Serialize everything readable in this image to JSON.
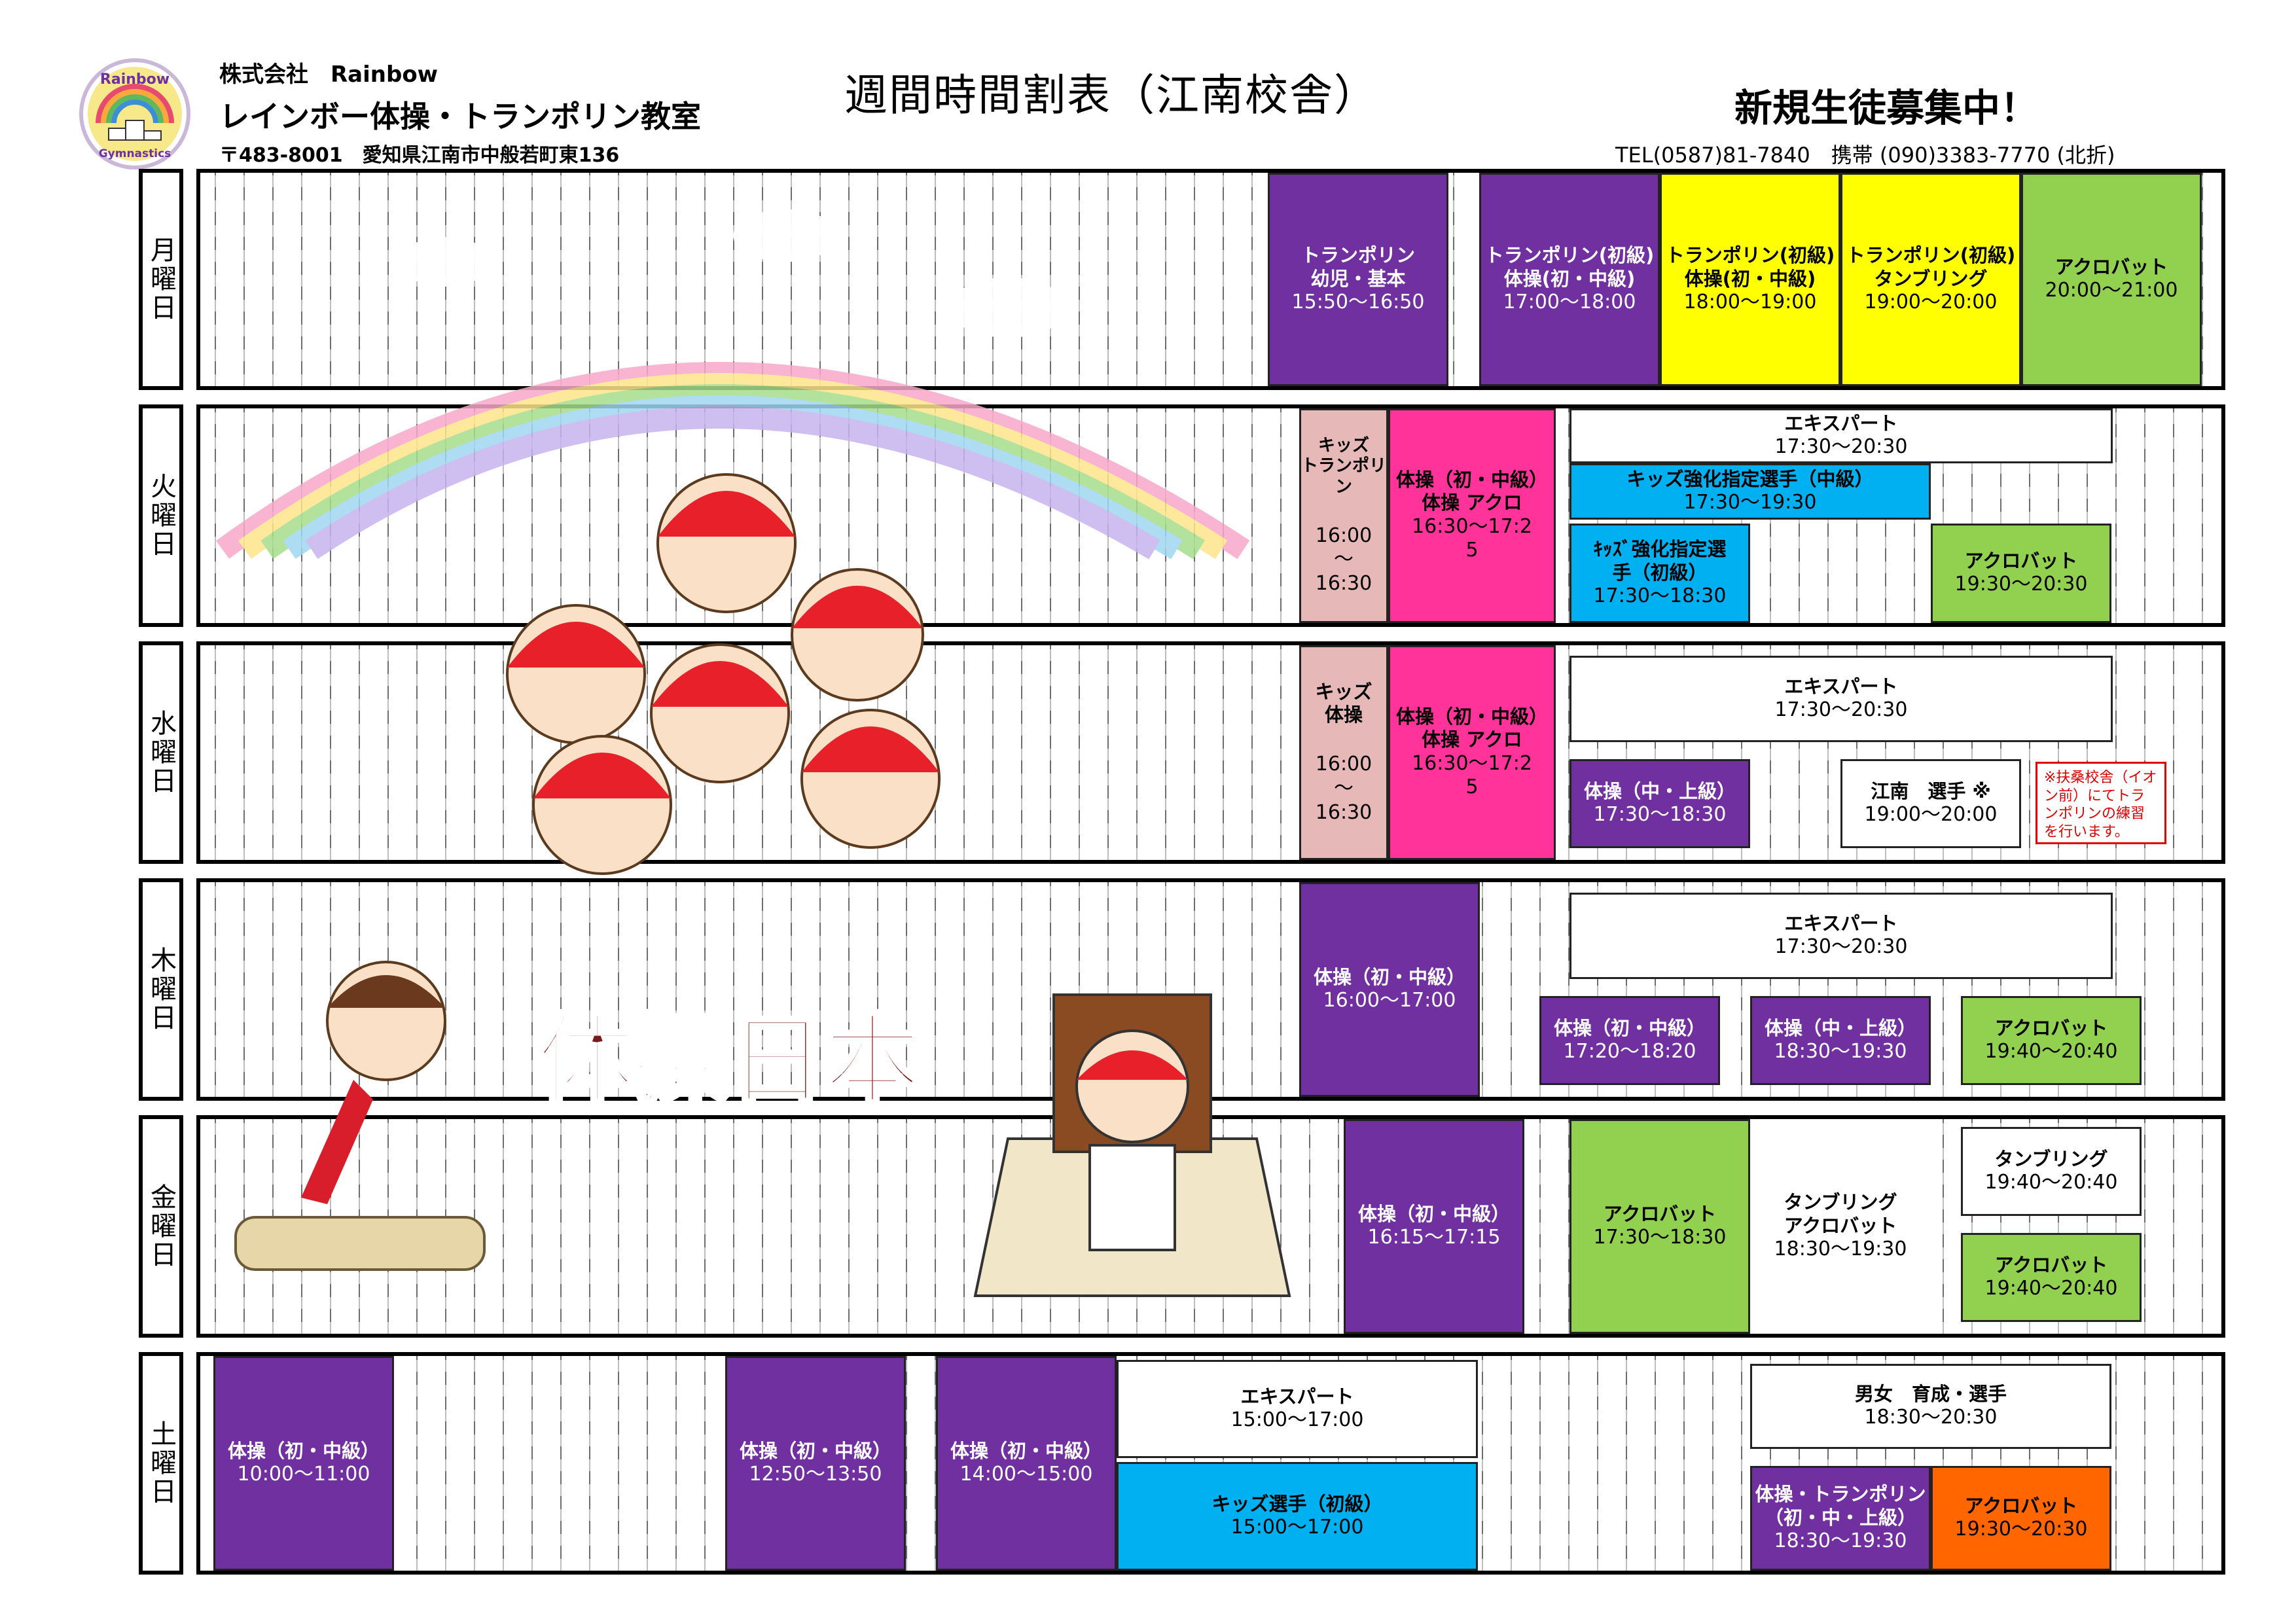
{
  "header": {
    "logo_text_top": "Rainbow",
    "logo_text_bottom": "Gymnastics",
    "company": "株式会社　Rainbow",
    "school": "レインボー体操・トランポリン教室",
    "address": "〒483-8001　愛知県江南市中般若町東136",
    "title": "週間時間割表（江南校舎）",
    "recruit": "新規生徒募集中！",
    "tel": "TEL(0587)81-7840　携帯 (090)3383-7770 (北折)"
  },
  "days": [
    {
      "label": "月曜日"
    },
    {
      "label": "火曜日"
    },
    {
      "label": "水曜日"
    },
    {
      "label": "木曜日"
    },
    {
      "label": "金曜日"
    },
    {
      "label": "土曜日"
    }
  ],
  "illustration": {
    "banner_text": "体操日本"
  },
  "colors": {
    "purple": "#7030a0",
    "yellow": "#ffff00",
    "green": "#92d050",
    "pink": "#ff3399",
    "rose": "#e6b9b8",
    "blue": "#00b0f0",
    "orange": "#ff6600",
    "note_red": "#e00000"
  },
  "schedule": {
    "mon": [
      {
        "name": "トランポリン\n幼児・基本",
        "time": "15:50〜16:50"
      },
      {
        "name": "トランポリン(初級)\n体操(初・中級)",
        "time": "17:00〜18:00"
      },
      {
        "name": "トランポリン(初級)\n体操(初・中級)",
        "time": "18:00〜19:00"
      },
      {
        "name": "トランポリン(初級)\nタンブリング",
        "time": "19:00〜20:00"
      },
      {
        "name": "アクロバット",
        "time": "20:00〜21:00"
      }
    ],
    "tue": [
      {
        "name": "キッズ\nトランポリン",
        "time": "16:00\n〜\n16:30"
      },
      {
        "name": "体操（初・中級）\n体操 アクロ",
        "time": "16:30〜17:2\n5"
      },
      {
        "name": "エキスパート",
        "time": "17:30〜20:30"
      },
      {
        "name": "キッズ強化指定選手（中級）",
        "time": "17:30〜19:30"
      },
      {
        "name": "ｷｯｽﾞ強化指定選\n手（初級）",
        "time": "17:30〜18:30"
      },
      {
        "name": "アクロバット",
        "time": "19:30〜20:30"
      }
    ],
    "wed": [
      {
        "name": "キッズ\n体操",
        "time": "16:00\n〜\n16:30"
      },
      {
        "name": "体操（初・中級）\n体操 アクロ",
        "time": "16:30〜17:2\n5"
      },
      {
        "name": "エキスパート",
        "time": "17:30〜20:30"
      },
      {
        "name": "体操（中・上級）",
        "time": "17:30〜18:30"
      },
      {
        "name": "江南　選手 ※",
        "time": "19:00〜20:00"
      },
      {
        "note": "※扶桑校舎（イオン前）にてトランポリンの練習を行います。"
      }
    ],
    "thu": [
      {
        "name": "体操（初・中級）",
        "time": "16:00〜17:00"
      },
      {
        "name": "エキスパート",
        "time": "17:30〜20:30"
      },
      {
        "name": "体操（初・中級）",
        "time": "17:20〜18:20"
      },
      {
        "name": "体操（中・上級）",
        "time": "18:30〜19:30"
      },
      {
        "name": "アクロバット",
        "time": "19:40〜20:40"
      }
    ],
    "fri": [
      {
        "name": "体操（初・中級）",
        "time": "16:15〜17:15"
      },
      {
        "name": "アクロバット",
        "time": "17:30〜18:30"
      },
      {
        "name": "タンブリング\nアクロバット",
        "time": "18:30〜19:30"
      },
      {
        "name": "タンブリング",
        "time": "19:40〜20:40"
      },
      {
        "name": "アクロバット",
        "time": "19:40〜20:40"
      }
    ],
    "sat": [
      {
        "name": "体操（初・中級）",
        "time": "10:00〜11:00"
      },
      {
        "name": "体操（初・中級）",
        "time": "12:50〜13:50"
      },
      {
        "name": "体操（初・中級）",
        "time": "14:00〜15:00"
      },
      {
        "name": "エキスパート",
        "time": "15:00〜17:00"
      },
      {
        "name": "キッズ選手（初級）",
        "time": "15:00〜17:00"
      },
      {
        "name": "男女　育成・選手",
        "time": "18:30〜20:30"
      },
      {
        "name": "体操・トランポリン\n（初・中・上級）",
        "time": "18:30〜19:30"
      },
      {
        "name": "アクロバット",
        "time": "19:30〜20:30"
      }
    ]
  }
}
